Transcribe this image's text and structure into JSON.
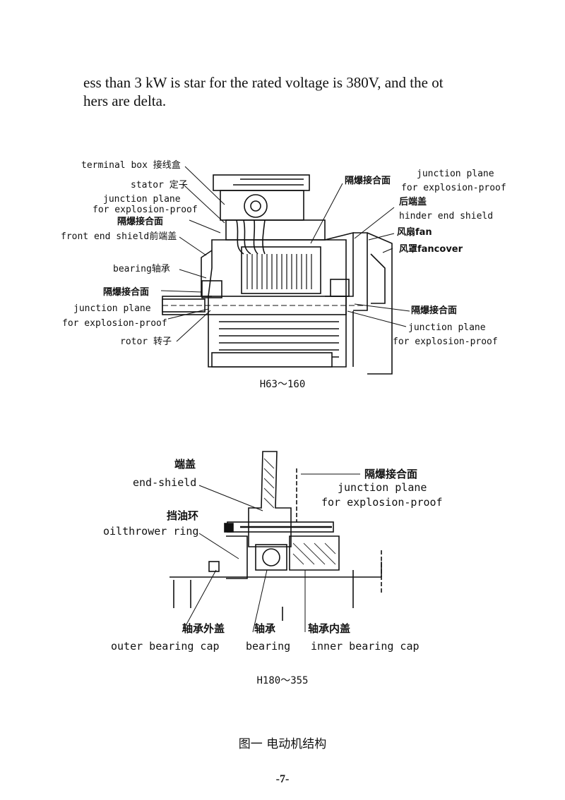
{
  "paragraph": {
    "line1": "ess than 3 kW is star for the rated voltage is 380V, and the ot",
    "line2": "hers are delta."
  },
  "figure1": {
    "caption": "H63～160",
    "labels": {
      "terminal_box": "terminal box 接线盒",
      "stator": "stator 定子",
      "junction_left_1a": "junction plane",
      "junction_left_1b": "for explosion-proof",
      "gebao_left_1": "隔爆接合面",
      "front_end_shield": "front end shield前端盖",
      "bearing": "bearing轴承",
      "gebao_left_2": "隔爆接合面",
      "junction_left_2a": "junction plane",
      "junction_left_2b": "for explosion-proof",
      "rotor": "rotor 转子",
      "gebao_right_1": "隔爆接合面",
      "junction_right_1a": "junction plane",
      "junction_right_1b": "for explosion-proof",
      "hou_duan_gai": "后端盖",
      "hinder_end_shield": "hinder end shield",
      "fan": "风扇fan",
      "fancover": "风罩fancover",
      "gebao_right_2": "隔爆接合面",
      "junction_right_2a": "junction plane",
      "junction_right_2b": "for explosion-proof"
    }
  },
  "figure2": {
    "caption": "H180～355",
    "labels": {
      "duan_gai": "端盖",
      "end_shield": "end-shield",
      "dang_you_huan": "挡油环",
      "oilthrower_ring": "oilthrower ring",
      "gebao": "隔爆接合面",
      "junction_a": "junction plane",
      "junction_b": "for explosion-proof",
      "outer_cap_cn": "轴承外盖",
      "outer_cap_en": "outer bearing cap",
      "bearing_cn": "轴承",
      "bearing_en": "bearing",
      "inner_cap_cn": "轴承内盖",
      "inner_cap_en": "inner bearing cap"
    }
  },
  "figure_title": "图一  电动机结构",
  "page_number": "-7-"
}
